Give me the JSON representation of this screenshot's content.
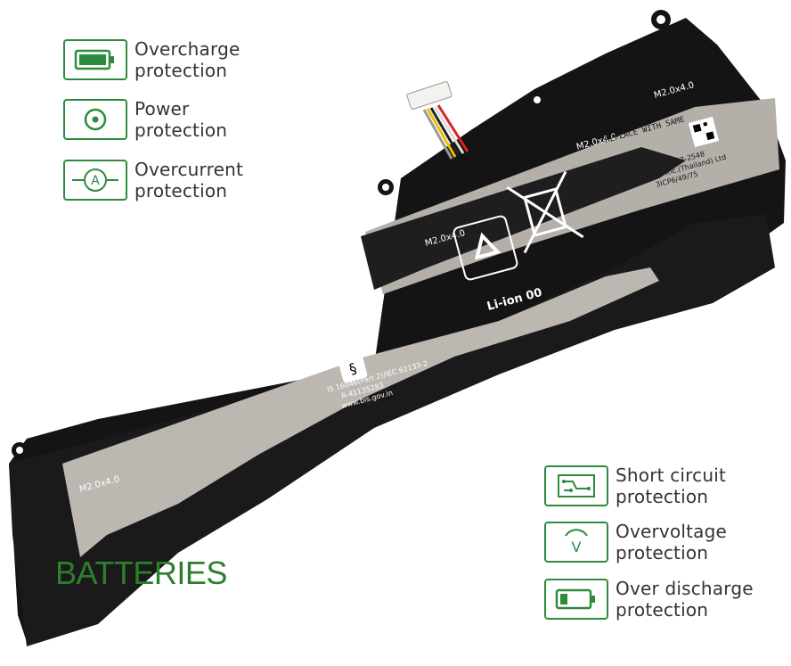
{
  "features": {
    "overcharge": {
      "line1": "Overcharge",
      "line2": "protection",
      "icon": "battery-full-icon"
    },
    "power": {
      "line1": "Power",
      "line2": "protection",
      "icon": "power-icon"
    },
    "overcurrent": {
      "line1": "Overcurrent",
      "line2": "protection",
      "icon": "ammeter-icon"
    },
    "short_circuit": {
      "line1": "Short circuit",
      "line2": "protection",
      "icon": "circuit-board-icon"
    },
    "overvoltage": {
      "line1": "Overvoltage",
      "line2": "protection",
      "icon": "voltmeter-icon"
    },
    "over_discharge": {
      "line1": "Over discharge",
      "line2": "protection",
      "icon": "battery-low-icon"
    }
  },
  "battery": {
    "marking_top": "M2.0x4.0",
    "marking_mid": "M2.0x4.0",
    "marking_left": "M2.0x4.0",
    "marking_right": "M2.0x4.0",
    "replace_text": "REPLACE WITH SAME",
    "chemistry": "Li-ion 00",
    "standard": "IS 16046(Part 2)/IEC 62133-2",
    "reg_number": "R-41135283",
    "website": "www.bis.gov.in",
    "tis": "TIS 2217-2548",
    "maker": "HP Inc.(Thailand) Ltd",
    "cell_code": "3ICP6/49/75"
  },
  "watermark": "BATTERIES",
  "colors": {
    "accent": "#2e8b3e",
    "battery_body": "#141414",
    "panel": "#b7b2ac"
  }
}
